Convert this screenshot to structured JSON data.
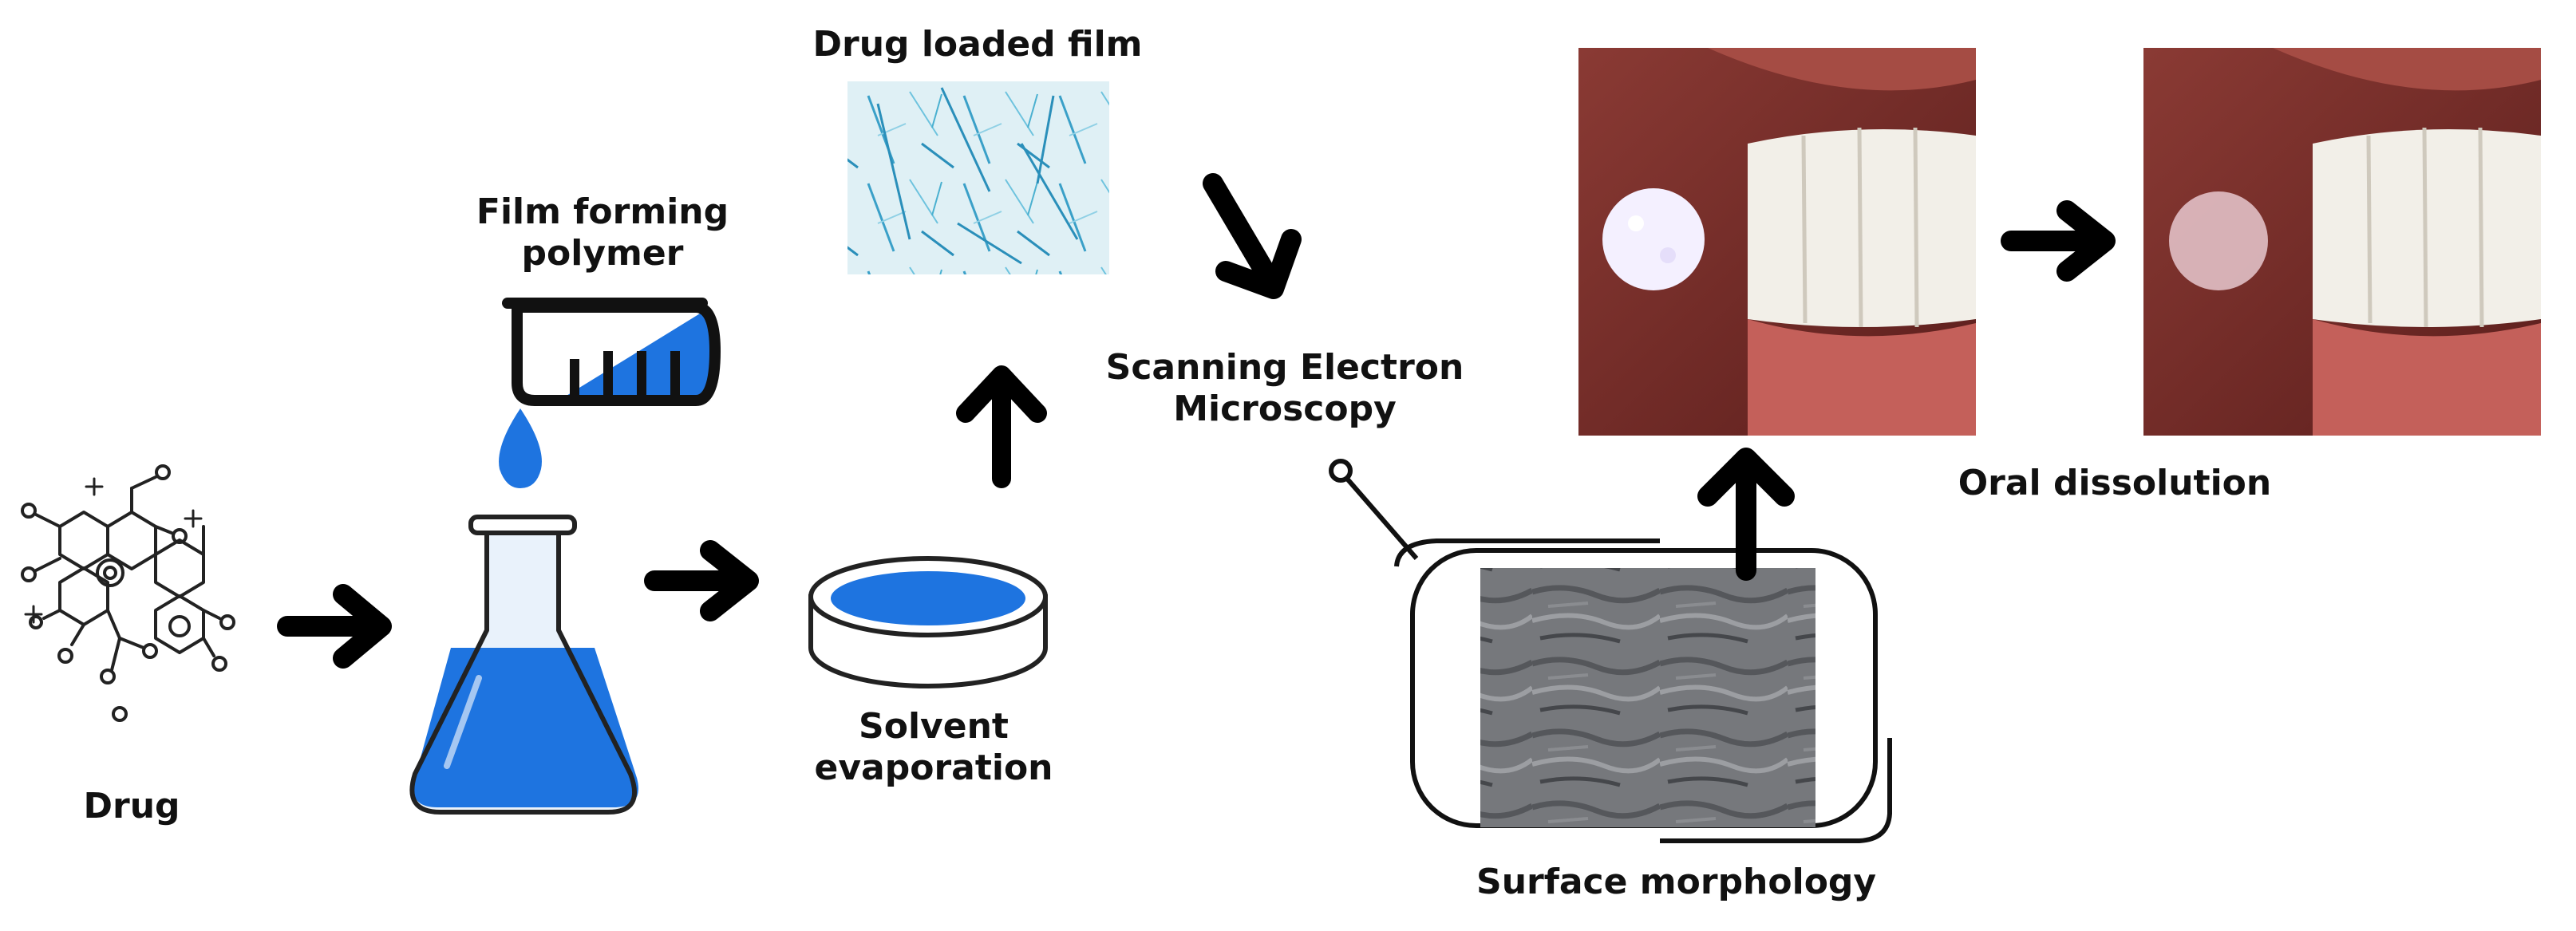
{
  "labels": {
    "drug": "Drug",
    "polymer_line1": "Film forming",
    "polymer_line2": "polymer",
    "solvent_line1": "Solvent",
    "solvent_line2": "evaporation",
    "film": "Drug loaded film",
    "sem_line1": "Scanning Electron",
    "sem_line2": "Microscopy",
    "oral": "Oral dissolution",
    "surface": "Surface morphology"
  },
  "colors": {
    "blue": "#1e74e0",
    "arrow": "#000000",
    "outline": "#222222"
  },
  "icons": [
    "drug-molecule-icon",
    "test-tube-icon",
    "droplet-icon",
    "flask-icon",
    "petri-dish-icon",
    "film-image",
    "mouth-film-image",
    "mouth-dissolved-image",
    "sem-surface-image",
    "magnifier-icon"
  ]
}
